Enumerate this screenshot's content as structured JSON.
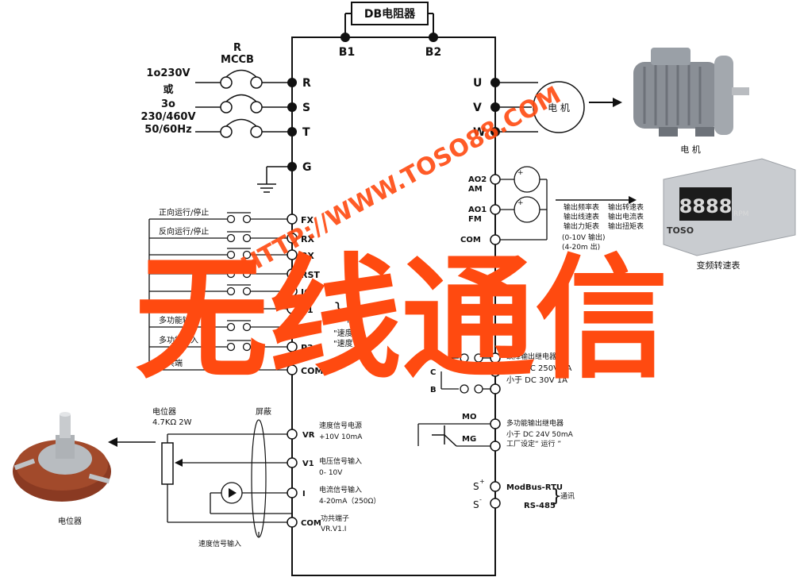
{
  "brake_resistor": {
    "label": "DB电阻器",
    "b1": "B1",
    "b2": "B2"
  },
  "power_input": {
    "breaker_r": "R",
    "breaker_name": "MCCB",
    "line1": "1o230V",
    "line2": "或",
    "line3": "3o",
    "line4": "230/460V",
    "line5": "50/60Hz",
    "terminals": [
      "R",
      "S",
      "T"
    ],
    "ground": "G"
  },
  "motor_output": {
    "terminals": [
      "U",
      "V",
      "W"
    ],
    "motor_label": "电 机",
    "motor_caption": "电 机"
  },
  "analog_out": {
    "ao2": "AO2",
    "am": "AM",
    "ao1": "AO1",
    "fm": "FM",
    "com": "COM",
    "plus": "+",
    "meters_left": [
      "输出频率表",
      "输出线速表",
      "输出力矩表"
    ],
    "meters_right": [
      "输出转速表",
      "输出电流表",
      "输出扭矩表"
    ],
    "range_v": "(0-10V 输出)",
    "range_i": "(4-20m 出)",
    "meter_caption": "变频转速表",
    "meter_brand": "TOSO",
    "meter_unit": "RPM",
    "meter_digits": "8888"
  },
  "digital_inputs": {
    "rows": [
      {
        "desc": "正向运行/停止",
        "term": "FX"
      },
      {
        "desc": "反向运行/停止",
        "term": "RX"
      },
      {
        "desc": "",
        "term": "BX"
      },
      {
        "desc": "故障复位",
        "term": "RST"
      },
      {
        "desc": "",
        "term": "JOG"
      },
      {
        "desc": "",
        "term": "P1"
      },
      {
        "desc": "多功能输入 2",
        "term": "P2"
      },
      {
        "desc": "多功能输入 3",
        "term": "P3"
      },
      {
        "desc": "公共端",
        "term": "COM"
      }
    ],
    "speed_labels": [
      "\"速",
      "\"速度",
      "\"速度"
    ]
  },
  "relay_outputs": {
    "a": "A",
    "c": "C",
    "b": "B",
    "title": "故障输出继电器",
    "spec1": "小于 AC 250V 1A",
    "spec2": "小于 DC 30V 1A"
  },
  "mo_output": {
    "mo": "MO",
    "mg": "MG",
    "line1": "多功能输出继电器",
    "line2": "小于 DC 24V 50mA",
    "line3": "工厂设定“ 运行 ”"
  },
  "comm": {
    "s_plus": "S",
    "s_minus": "S",
    "sup_plus": "+",
    "sup_minus": "-",
    "line1": "ModBus-RTU",
    "line2": "RS-485",
    "label": "通讯"
  },
  "analog_inputs": {
    "pot_label1": "电位器",
    "pot_label2": "4.7KΩ   2W",
    "shield": "屏蔽",
    "vr": "VR",
    "vr_desc1": "速度信号电源",
    "vr_desc2": "+10V  10mA",
    "v1": "V1",
    "v1_desc1": "电压信号输入",
    "v1_desc2": "0- 10V",
    "i": "I",
    "i_desc1": "电流信号输入",
    "i_desc2": "4-20mA（250Ω）",
    "com": "COM",
    "com_desc1": "功共端子",
    "com_desc2": "VR.V1.I",
    "speed_input": "速度信号输入",
    "pot_caption": "电位器"
  },
  "watermark": {
    "url": "HTTP://WWW.TOSO88.COM",
    "big_text": "无线通信"
  },
  "colors": {
    "watermark": "#ff4a10",
    "line": "#111111",
    "motor": "#8a8f96",
    "meter_body": "#c9ccd0",
    "display": "#1b1b1b",
    "digit": "#d9d9d9",
    "pot_body": "#8a3a22"
  }
}
